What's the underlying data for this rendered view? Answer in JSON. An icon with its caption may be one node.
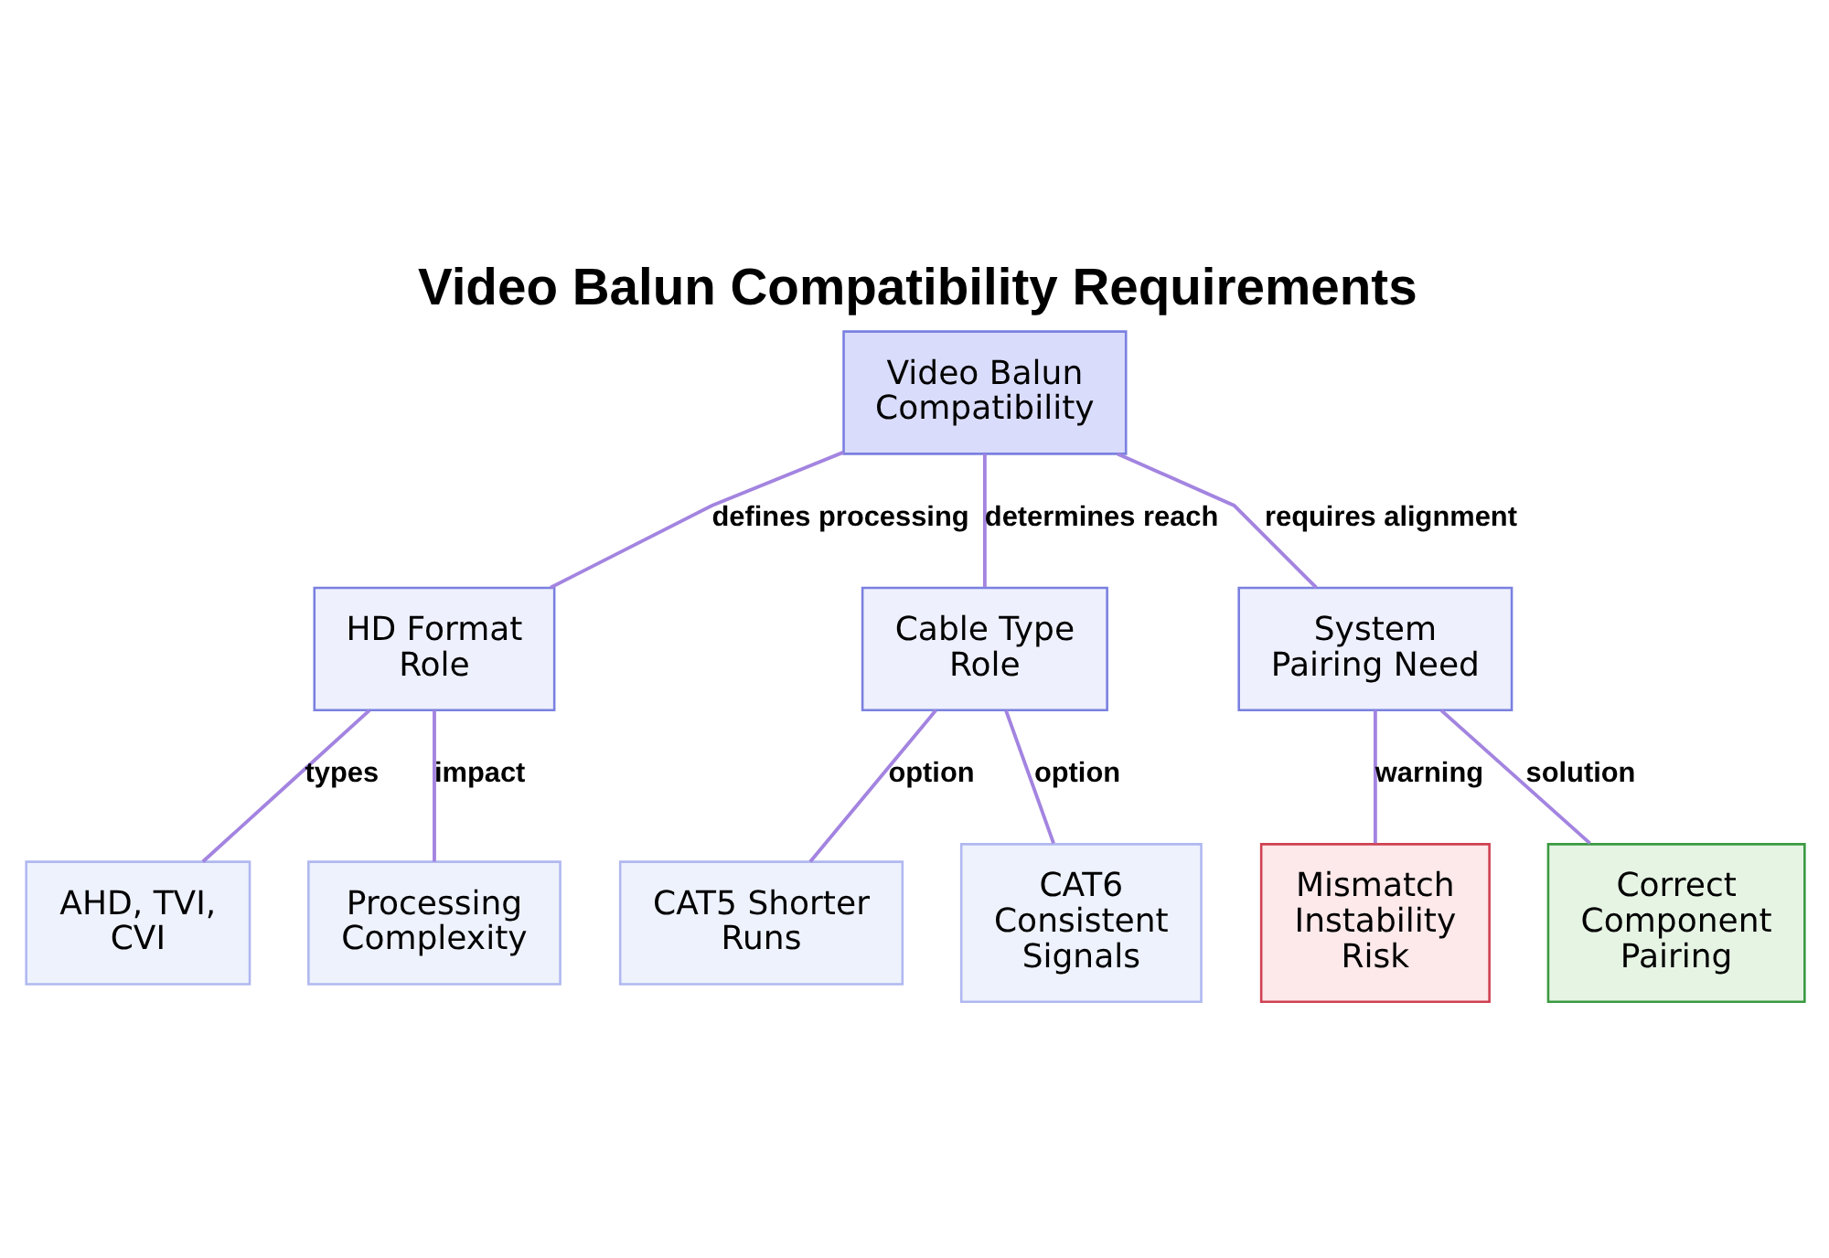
{
  "diagram": {
    "title": "Video Balun Compatibility Requirements",
    "nodes": [
      {
        "text": [
          "Video Balun Compatibility"
        ]
      },
      {
        "text": [
          "HD Format Role"
        ]
      },
      {
        "text": [
          "Cable Type Role"
        ]
      },
      {
        "text": [
          "System Pairing Need"
        ]
      },
      {
        "text": [
          "AHD, TVI, CVI"
        ]
      },
      {
        "text": [
          "Processing Complexity"
        ]
      },
      {
        "text": [
          "CAT5 Shorter Runs"
        ]
      },
      {
        "text": [
          "CAT6 Consistent Signals"
        ]
      },
      {
        "text": [
          "Mismatch Instability Risk"
        ]
      },
      {
        "text": [
          "Correct Component Pairing"
        ]
      }
    ],
    "edges": [
      {
        "from": 0,
        "to": 1,
        "arrow": "none",
        "label": "defines processing"
      },
      {
        "from": 0,
        "to": 2,
        "arrow": "none",
        "label": "determines reach"
      },
      {
        "from": 0,
        "to": 3,
        "arrow": "none",
        "label": "requires alignment"
      },
      {
        "from": 1,
        "to": 4,
        "arrow": "none",
        "label": "types"
      },
      {
        "from": 1,
        "to": 5,
        "arrow": "none",
        "label": "impact"
      },
      {
        "from": 2,
        "to": 6,
        "arrow": "none",
        "label": "option"
      },
      {
        "from": 2,
        "to": 7,
        "arrow": "none",
        "label": "option"
      },
      {
        "from": 3,
        "to": 8,
        "arrow": "none",
        "label": "warning"
      },
      {
        "from": 3,
        "to": 9,
        "arrow": "none",
        "label": "solution"
      }
    ]
  }
}
